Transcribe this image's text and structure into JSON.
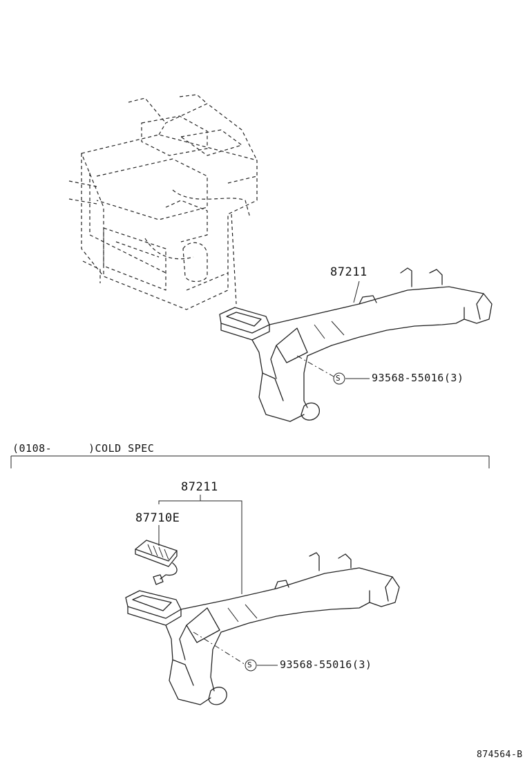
{
  "upper": {
    "part_label": "87211",
    "screw_symbol": "S",
    "screw_label": "93568-55016(3)"
  },
  "lower": {
    "spec_open": "(0108-",
    "spec_close": ")COLD SPEC",
    "part_label": "87211",
    "sub_part_label": "87710E",
    "screw_symbol": "S",
    "screw_label": "93568-55016(3)"
  },
  "reference_code": "874564-B"
}
